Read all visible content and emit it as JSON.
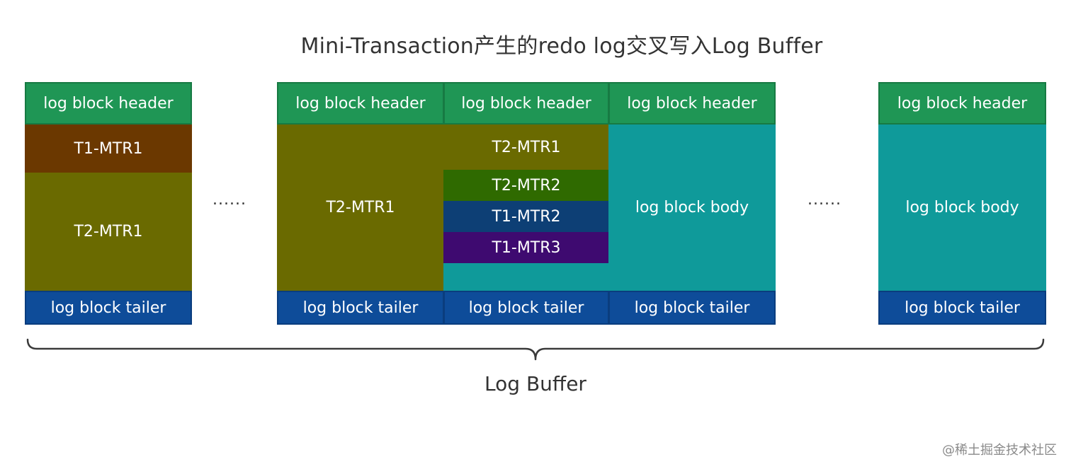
{
  "title": "Mini-Transaction产生的redo log交叉写入Log Buffer",
  "labels": {
    "header": "log block header",
    "tailer": "log block tailer",
    "body": "log block body",
    "t1_mtr1": "T1-MTR1",
    "t1_mtr2": "T1-MTR2",
    "t1_mtr3": "T1-MTR3",
    "t2_mtr1": "T2-MTR1",
    "t2_mtr2": "T2-MTR2"
  },
  "ellipsis": "......",
  "buffer_label": "Log Buffer",
  "watermark": "@稀土掘金技术社区",
  "colors": {
    "header": "#1f9655",
    "tailer": "#0e4c99",
    "t1_mtr1": "#6b3800",
    "t2_mtr1": "#6a6a00",
    "t2_mtr2": "#2f6a00",
    "t1_mtr2": "#0d3f75",
    "t1_mtr3": "#3e0a70",
    "body": "#0f9a9a"
  }
}
